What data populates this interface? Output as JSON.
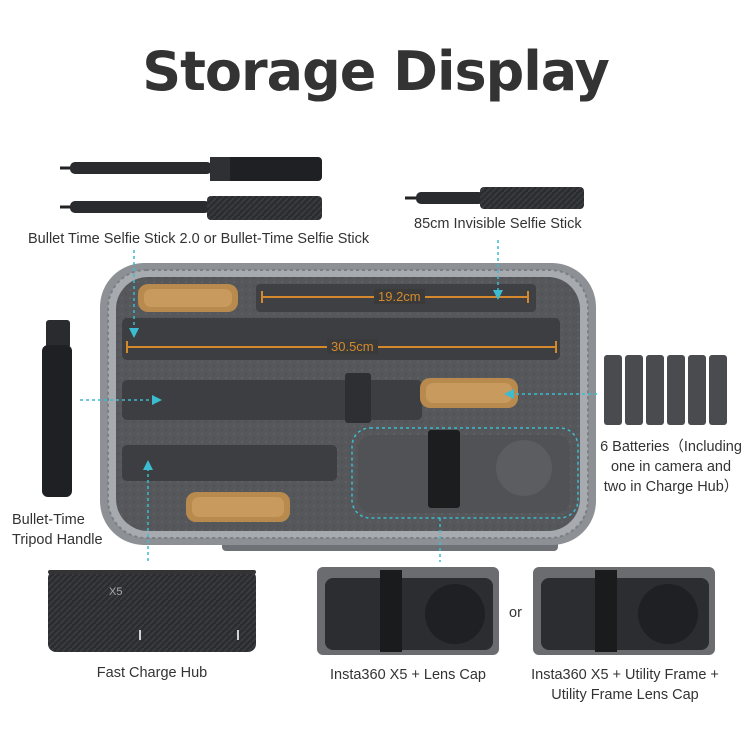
{
  "title": "Storage Display",
  "labels": {
    "bullet_time_stick": "Bullet Time Selfie Stick 2.0 or Bullet-Time Selfie Stick",
    "invisible_stick": "85cm Invisible Selfie Stick",
    "tripod_handle_line1": "Bullet-Time",
    "tripod_handle_line2": "Tripod Handle",
    "batteries_line1": "6 Batteries（Including",
    "batteries_line2": "one in camera and",
    "batteries_line3": "two in Charge Hub）",
    "fast_charge_hub": "Fast Charge Hub",
    "camera_lens_cap": "Insta360 X5 + Lens Cap",
    "or": "or",
    "camera_frame_line1": "Insta360 X5 + Utility Frame +",
    "camera_frame_line2": "Utility Frame Lens Cap",
    "hub_model": "X5"
  },
  "measurements": {
    "short": "19.2cm",
    "long": "30.5cm"
  },
  "colors": {
    "title": "#333333",
    "guide_line": "#3bbcd0",
    "measure": "#d48a2c",
    "case_foam": "#4a4b4d",
    "case_shell": "#8d9095",
    "tan_pad": "#b88a4e"
  }
}
